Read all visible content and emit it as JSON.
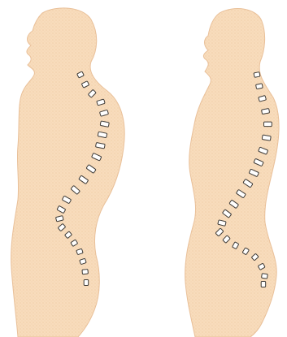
{
  "figures": [
    {
      "id": "left",
      "posture": "kyphotic",
      "spine_segments": 22
    },
    {
      "id": "right",
      "posture": "lordotic",
      "spine_segments": 22
    }
  ],
  "colors": {
    "background": "#ffffff",
    "body_fill": "#f8dcbc",
    "body_dots": "#e9bd92",
    "body_outline": "#e9c099",
    "vertebra_fill": "#ffffff",
    "vertebra_stroke": "#3d3a36"
  },
  "icons": []
}
